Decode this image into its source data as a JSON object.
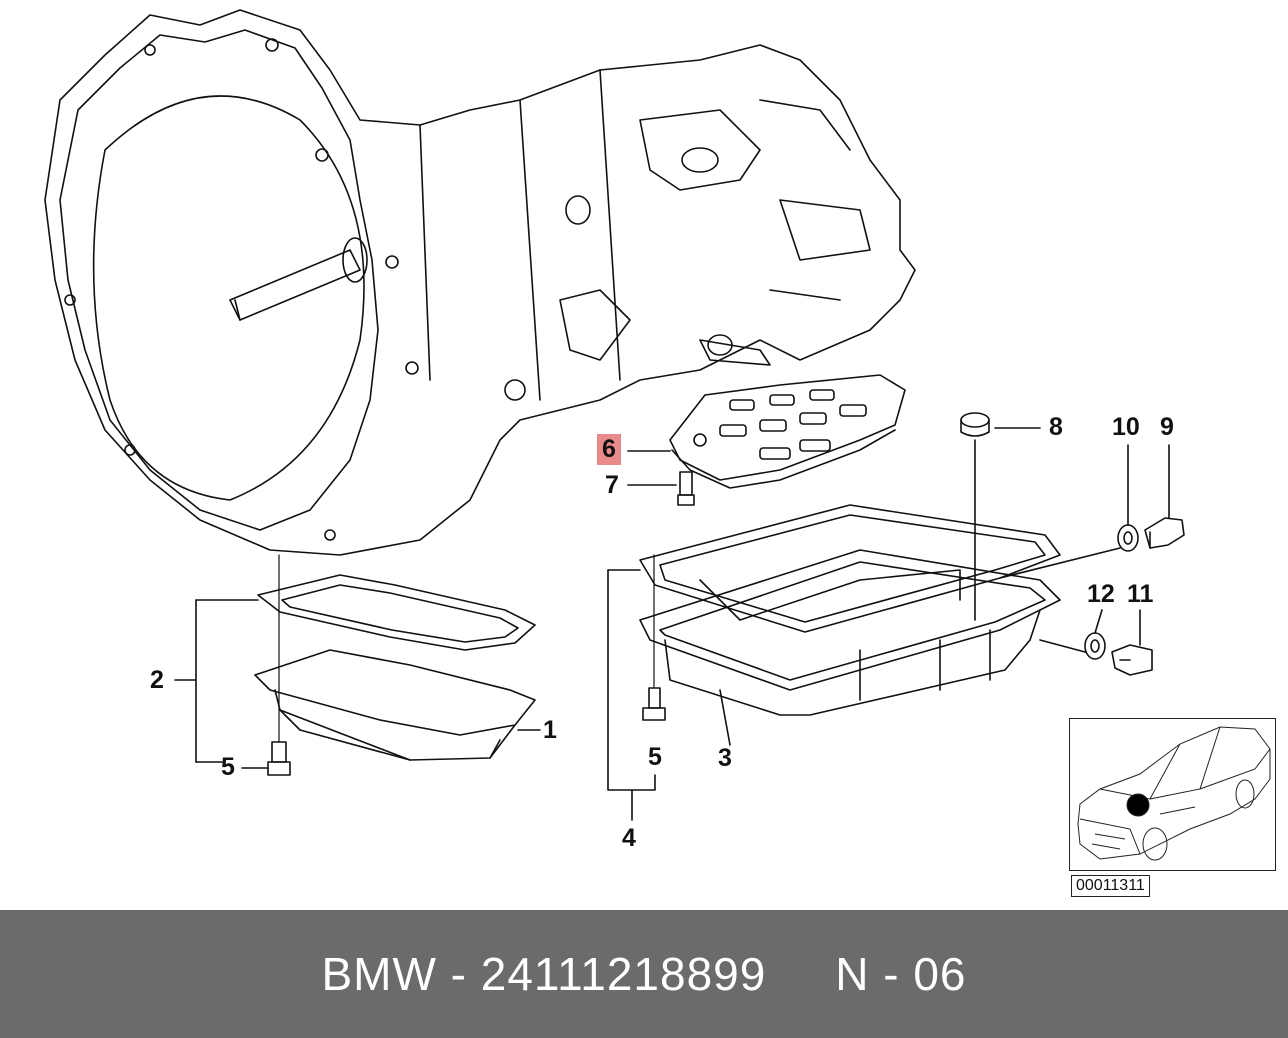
{
  "callouts": {
    "c1": "1",
    "c2": "2",
    "c3": "3",
    "c4": "4",
    "c5a": "5",
    "c5b": "5",
    "c6": "6",
    "c7": "7",
    "c8": "8",
    "c9": "9",
    "c10": "10",
    "c11": "11",
    "c12": "12"
  },
  "thumbnail": {
    "id": "00011311"
  },
  "footer": {
    "text": "BMW - 24111218899     N - 06"
  },
  "colors": {
    "footer_bg": "#6b6b6b",
    "highlight": "#e88a8a"
  }
}
